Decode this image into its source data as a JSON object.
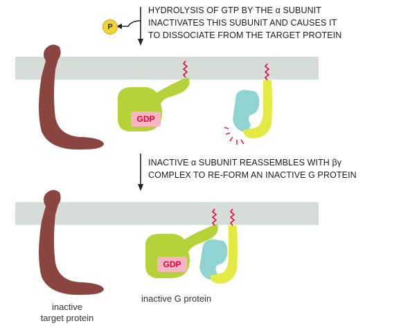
{
  "step1": {
    "line1": "HYDROLYSIS OF GTP BY THE α SUBUNIT",
    "line2": "INACTIVATES THIS SUBUNIT AND CAUSES IT",
    "line3": "TO DISSOCIATE FROM THE TARGET PROTEIN"
  },
  "step2": {
    "line1": "INACTIVE α SUBUNIT REASSEMBLES WITH βγ",
    "line2": "COMPLEX TO RE-FORM AN INACTIVE G PROTEIN"
  },
  "phosphate_label": "P",
  "gdp_label_top": "GDP",
  "gdp_label_bottom": "GDP",
  "labels": {
    "g_protein": "inactive G protein",
    "target_line1": "inactive",
    "target_line2": "target protein"
  },
  "colors": {
    "background": "#ffffff",
    "membrane": "#d6dcd8",
    "target_protein": "#8b4540",
    "alpha_subunit": "#b5d339",
    "beta_subunit": "#8fd4d0",
    "gamma_subunit": "#e3ea44",
    "gdp_box": "#f5b5c2",
    "gdp_text": "#e3003a",
    "phosphate": "#f2d43a",
    "anchor": "#e3003a",
    "arrow": "#222222"
  },
  "icons": [
    "phosphate-icon",
    "down-arrow-icon",
    "lipid-anchor-icon"
  ]
}
